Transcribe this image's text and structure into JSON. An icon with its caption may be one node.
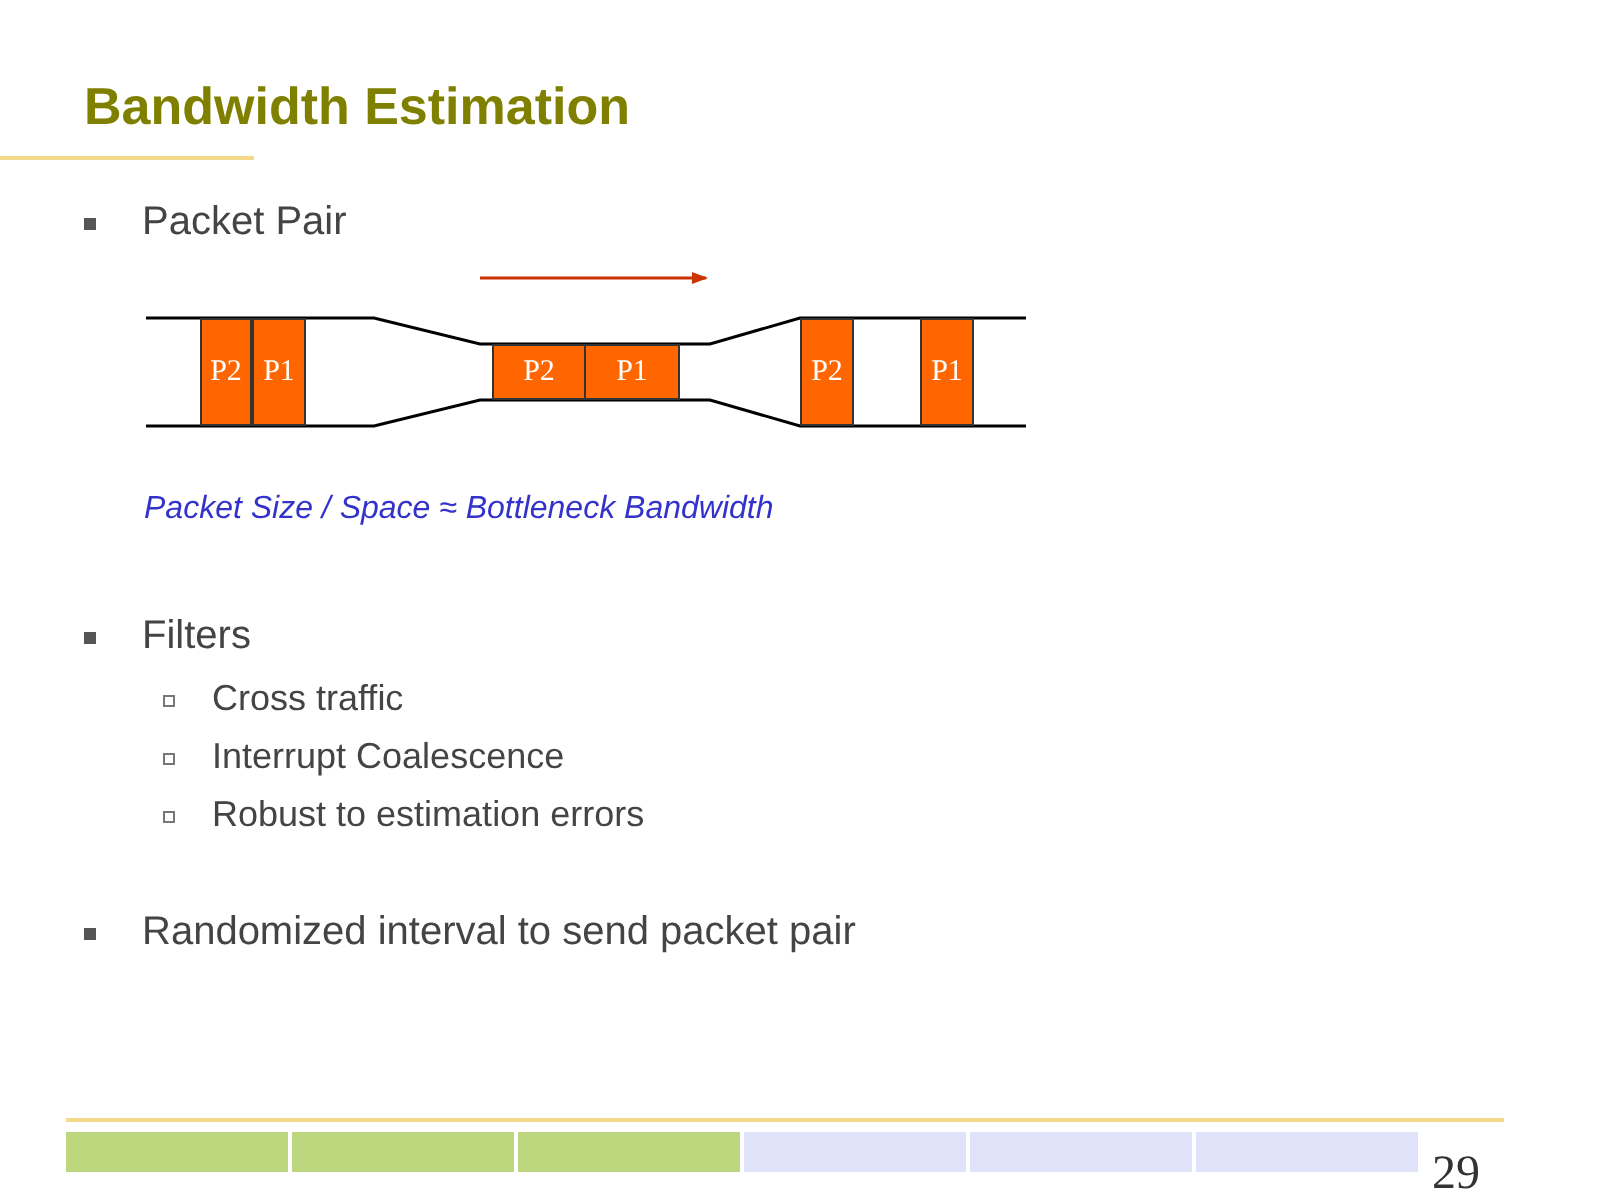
{
  "diagram": {
    "title": "Bandwidth Estimation",
    "nodes": [
      {
        "text": [
          "P2"
        ]
      },
      {
        "text": [
          "P1"
        ]
      },
      {
        "text": [
          "P2"
        ]
      },
      {
        "text": [
          "P1"
        ]
      },
      {
        "text": [
          "P2"
        ]
      },
      {
        "text": [
          "P1"
        ]
      }
    ],
    "labels": [
      "Packet Pair",
      "Packet Size / Space ≈ Bottleneck Bandwidth",
      "Filters",
      "Cross traffic",
      "Interrupt Coalescence",
      "Robust to estimation errors",
      "Randomized interval to send packet pair",
      "29"
    ]
  }
}
